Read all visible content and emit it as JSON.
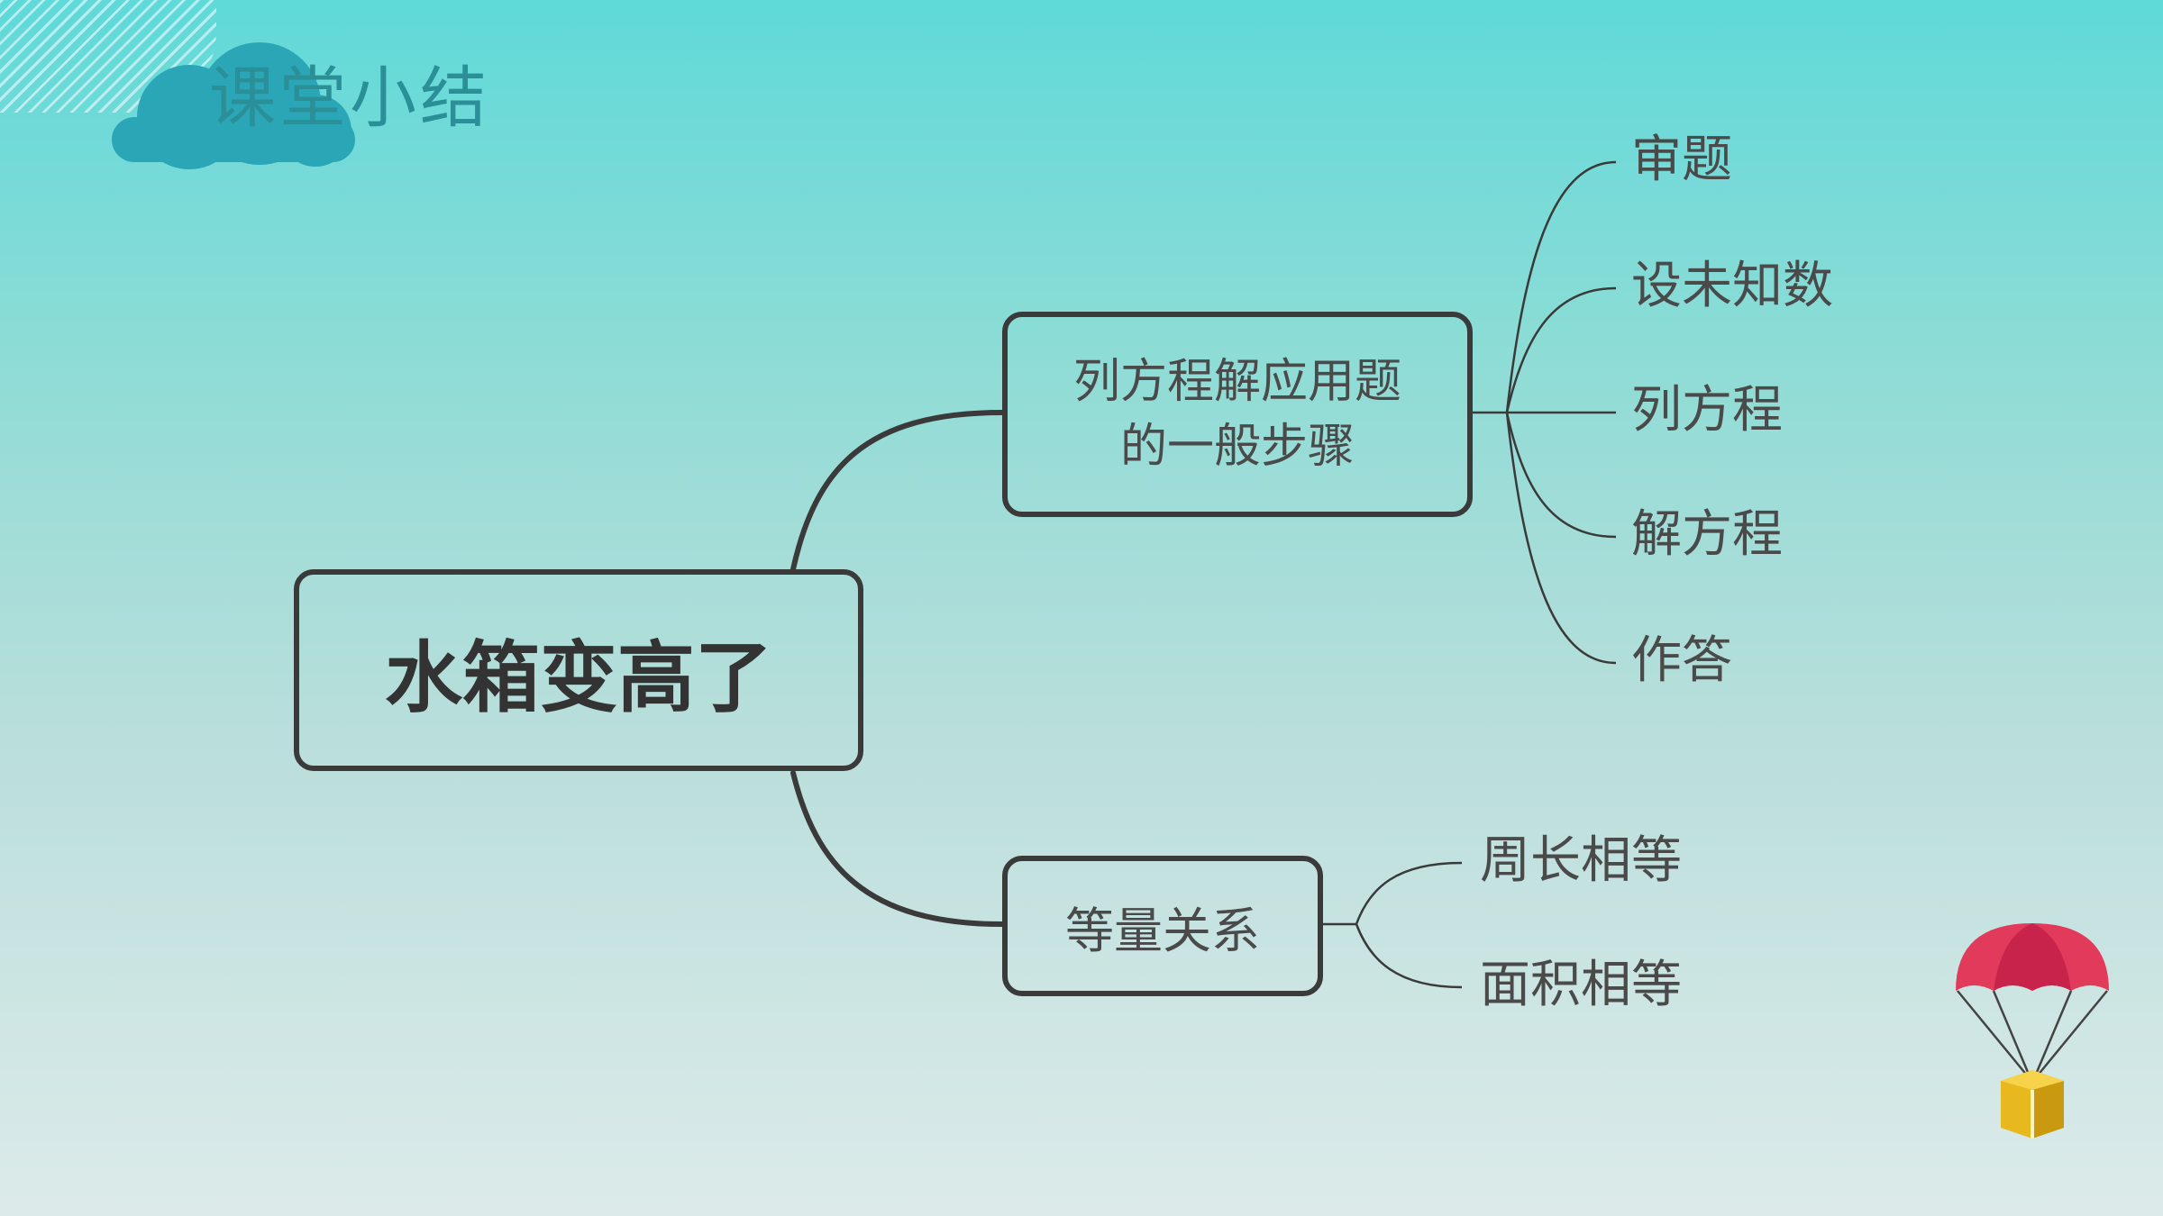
{
  "slide": {
    "title": "课堂小结",
    "colors": {
      "accent": "#2a8f97",
      "cloud": "#2aa6b6",
      "line": "#3a3a3a"
    },
    "icons": [
      "cloud-icon",
      "parachute-gift-icon"
    ]
  },
  "mindmap": {
    "root": "水箱变高了",
    "branches": [
      {
        "label": "列方程解应用题的一般步骤",
        "label_lines": [
          "列方程解应用题",
          "的一般步骤"
        ],
        "children": [
          "审题",
          "设未知数",
          "列方程",
          "解方程",
          "作答"
        ]
      },
      {
        "label": "等量关系",
        "children": [
          "周长相等",
          "面积相等"
        ]
      }
    ]
  }
}
